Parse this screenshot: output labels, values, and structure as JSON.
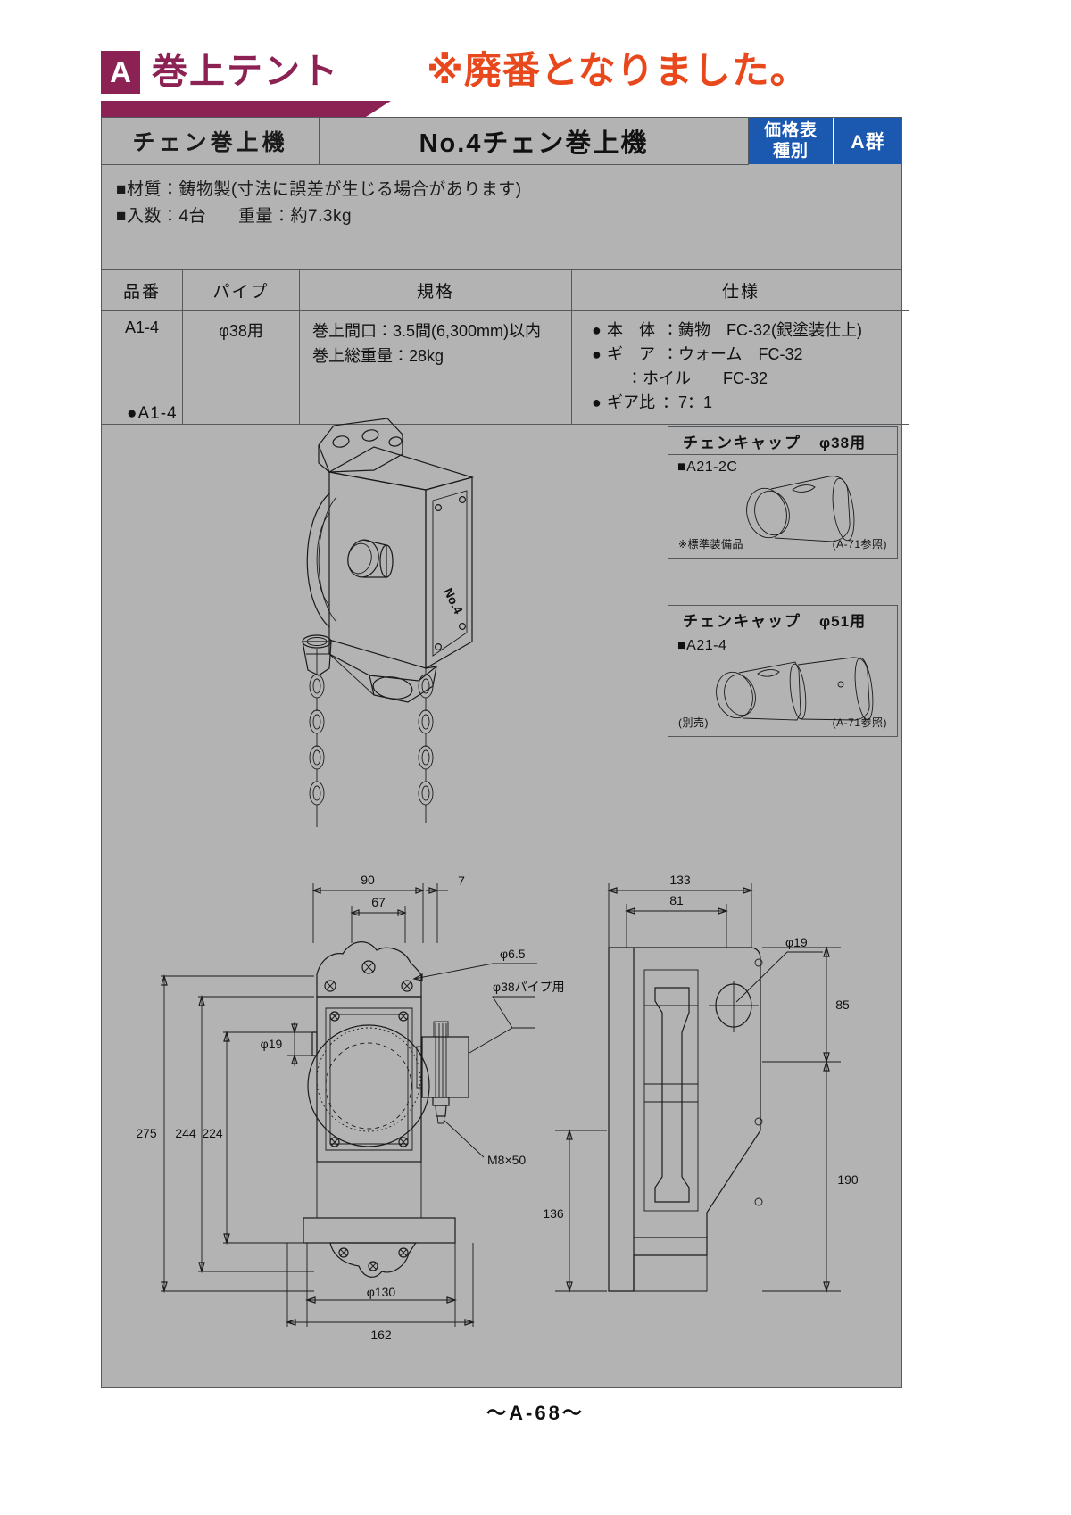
{
  "banner": {
    "category_letter": "A",
    "category_title": "巻上テント",
    "discontinued_note": "※廃番となりました。",
    "badge_color": "#8c2253",
    "note_color": "#e8481c"
  },
  "title_row": {
    "group_name": "チェン巻上機",
    "product_name": "No.4チェン巻上機",
    "price_type_line1": "価格表",
    "price_type_line2": "種別",
    "group_code": "A群",
    "blue_color": "#1b59b0"
  },
  "notes": {
    "material": "■材質：鋳物製(寸法に誤差が生じる場合があります)",
    "quantity": "■入数：4台",
    "weight": "重量：約7.3kg"
  },
  "spec_table": {
    "headers": [
      "品番",
      "パイプ",
      "規格",
      "仕様"
    ],
    "rows": [
      {
        "code": "A1-4",
        "pipe": "φ38用",
        "standard": [
          "巻上間口：3.5間(6,300mm)以内",
          "巻上総重量：28kg"
        ],
        "specs": [
          {
            "bullet": "●",
            "label": "本　体",
            "value": "鋳物　FC-32(銀塗装仕上)"
          },
          {
            "bullet": "●",
            "label": "ギ　ア",
            "value": "ウォーム　FC-32"
          },
          {
            "bullet": "",
            "label": "",
            "value": "：ホイル　　FC-32"
          },
          {
            "bullet": "●",
            "label": "ギア比",
            "value": "：7：1"
          }
        ]
      }
    ]
  },
  "drawing": {
    "main_label": "●A1-4",
    "body_mark": "No.4"
  },
  "insets": [
    {
      "title": "チェンキャップ",
      "diameter": "φ38用",
      "code": "■A21-2C",
      "footer_left": "※標準装備品",
      "footer_right": "(A-71参照)"
    },
    {
      "title": "チェンキャップ",
      "diameter": "φ51用",
      "code": "■A21-4",
      "footer_left": "(別売)",
      "footer_right": "(A-71参照)"
    }
  ],
  "dimensions": {
    "front_view": {
      "top_90": "90",
      "top_67": "67",
      "top_7": "7",
      "hole_dia": "φ6.5",
      "pipe_note": "φ38パイプ用",
      "bolt_note": "M8×50",
      "phi19": "φ19",
      "h_275": "275",
      "h_244": "244",
      "h_224": "224",
      "w_phi130": "φ130",
      "w_162": "162"
    },
    "side_view": {
      "top_133": "133",
      "top_81": "81",
      "hole_dia": "φ19",
      "h_85": "85",
      "h_190": "190",
      "h_136": "136"
    }
  },
  "footer": {
    "page_number": "～A-68～"
  }
}
